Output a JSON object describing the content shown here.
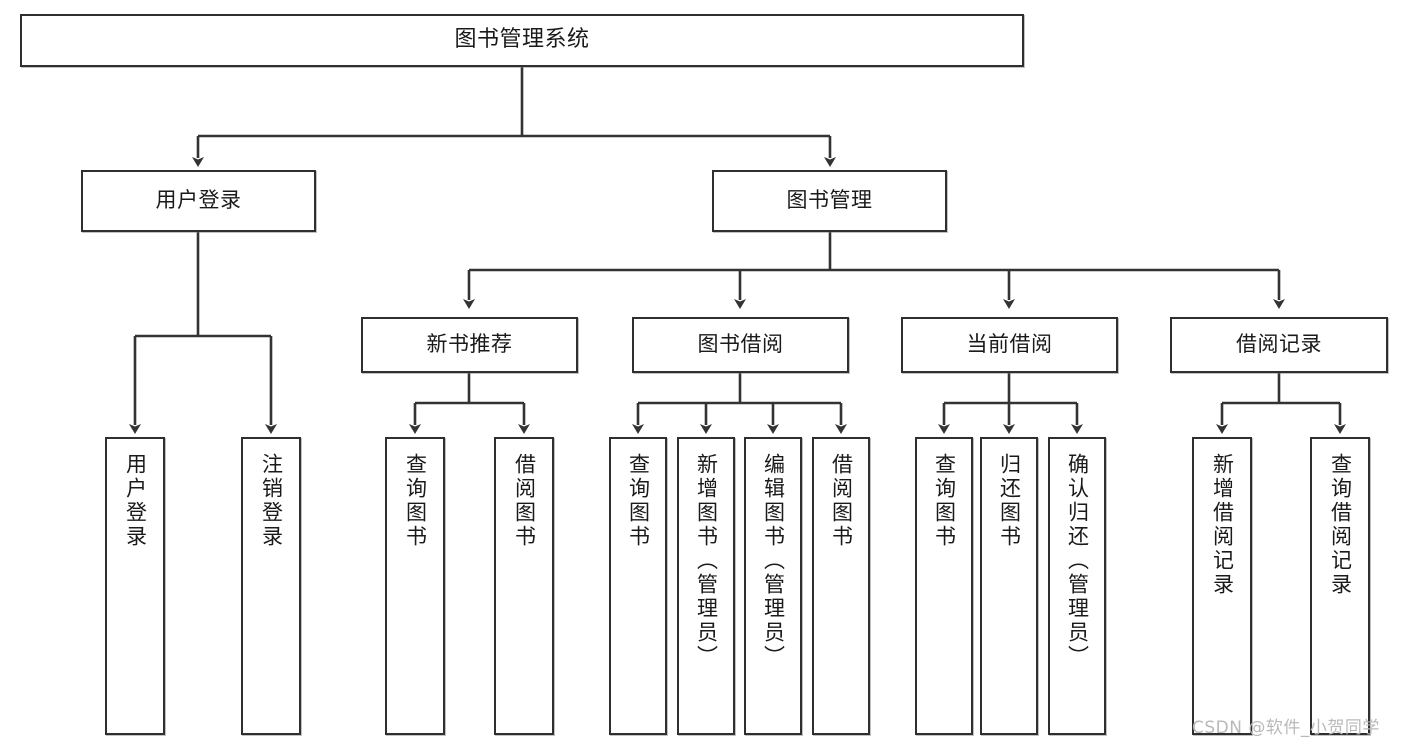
{
  "diagram": {
    "title": "图书管理系统",
    "type": "tree-hierarchy-chart",
    "watermark": "CSDN @软件_小贺同学",
    "colors": {
      "box_border": "#2f2f2f",
      "box_fill": "#ffffff",
      "connector": "#333333",
      "text": "#1a1a1a",
      "watermark": "#b9b9b9"
    },
    "levels": {
      "level1": [
        {
          "id": "root",
          "label": "图书管理系统"
        }
      ],
      "level2": [
        {
          "id": "user-login",
          "label": "用户登录"
        },
        {
          "id": "book-manage",
          "label": "图书管理"
        }
      ],
      "level3": [
        {
          "id": "new-book-recommend",
          "label": "新书推荐"
        },
        {
          "id": "book-borrow",
          "label": "图书借阅"
        },
        {
          "id": "current-borrow",
          "label": "当前借阅"
        },
        {
          "id": "borrow-record",
          "label": "借阅记录"
        }
      ],
      "level4": [
        {
          "id": "leaf-user-login",
          "label": "用户登录",
          "parent": "user-login"
        },
        {
          "id": "leaf-logout-login",
          "label": "注销登录",
          "parent": "user-login"
        },
        {
          "id": "leaf-query-book-1",
          "label": "查询图书",
          "parent": "new-book-recommend"
        },
        {
          "id": "leaf-borrow-book-1",
          "label": "借阅图书",
          "parent": "new-book-recommend"
        },
        {
          "id": "leaf-query-book-2",
          "label": "查询图书",
          "parent": "book-borrow"
        },
        {
          "id": "leaf-add-book",
          "label": "新增图书（管理员）",
          "parent": "book-borrow"
        },
        {
          "id": "leaf-edit-book",
          "label": "编辑图书（管理员）",
          "parent": "book-borrow"
        },
        {
          "id": "leaf-borrow-book-2",
          "label": "借阅图书",
          "parent": "book-borrow"
        },
        {
          "id": "leaf-query-book-3",
          "label": "查询图书",
          "parent": "current-borrow"
        },
        {
          "id": "leaf-return-book",
          "label": "归还图书",
          "parent": "current-borrow"
        },
        {
          "id": "leaf-confirm-return",
          "label": "确认归还（管理员）",
          "parent": "current-borrow"
        },
        {
          "id": "leaf-add-record",
          "label": "新增借阅记录",
          "parent": "borrow-record"
        },
        {
          "id": "leaf-query-record",
          "label": "查询借阅记录",
          "parent": "borrow-record"
        }
      ]
    }
  }
}
